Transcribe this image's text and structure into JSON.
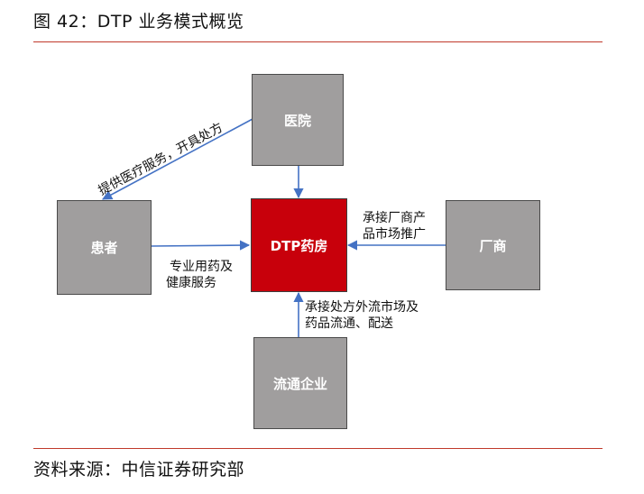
{
  "header": {
    "title": "图 42：DTP 业务模式概览"
  },
  "footer": {
    "source": "资料来源：中信证券研究部"
  },
  "nodes": {
    "hospital": "医院",
    "patient": "患者",
    "pharmacy": "DTP药房",
    "manufacturer": "厂商",
    "distributor": "流通企业"
  },
  "edges": {
    "hospital_to_patient": "提供医疗服务，开具处方",
    "pharmacy_to_patient_line1": "专业用药及",
    "pharmacy_to_patient_line2": "健康服务",
    "manufacturer_to_pharmacy_line1": "承接厂商产",
    "manufacturer_to_pharmacy_line2": "品市场推广",
    "distributor_to_pharmacy_line1": "承接处方外流市场及",
    "distributor_to_pharmacy_line2": "药品流通、配送"
  },
  "colors": {
    "node_fill": "#a09e9e",
    "center_fill": "#c8000b",
    "arrow": "#4472c4",
    "rule": "#c0392b"
  }
}
